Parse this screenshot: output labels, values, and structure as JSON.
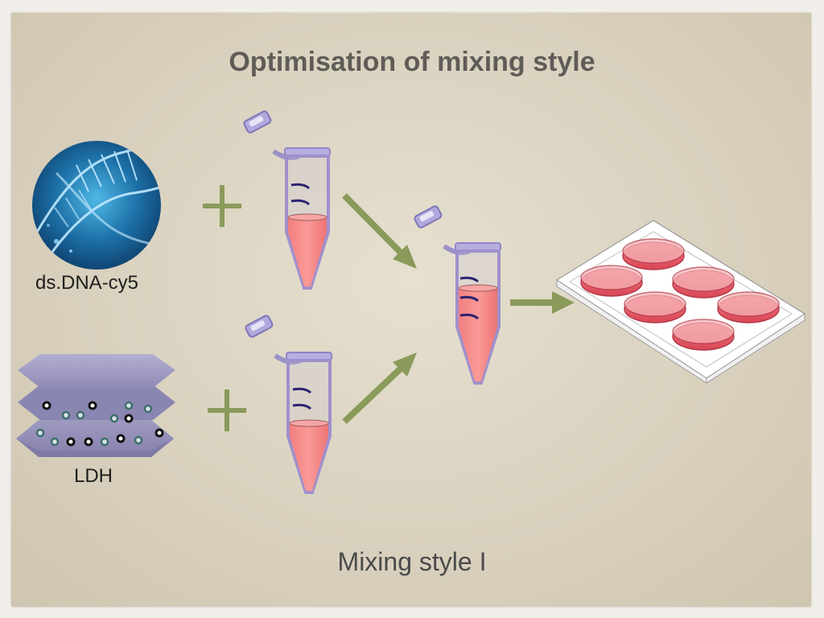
{
  "title": "Optimisation of mixing style",
  "labels": {
    "dna": "ds.DNA-cy5",
    "ldh": "LDH"
  },
  "caption": "Mixing style I",
  "colors": {
    "arrow": "#8a9a5b",
    "plus": "#8a9a5b",
    "tube_outline": "#9f90cc",
    "liquid": "#f08080",
    "dish": "#e85a66",
    "ldh_plate": "#9a96bf"
  },
  "icons": [
    "dna-helix-icon",
    "ldh-layers-icon",
    "microtube-icon",
    "well-plate-icon",
    "plus-icon",
    "arrow-icon"
  ]
}
